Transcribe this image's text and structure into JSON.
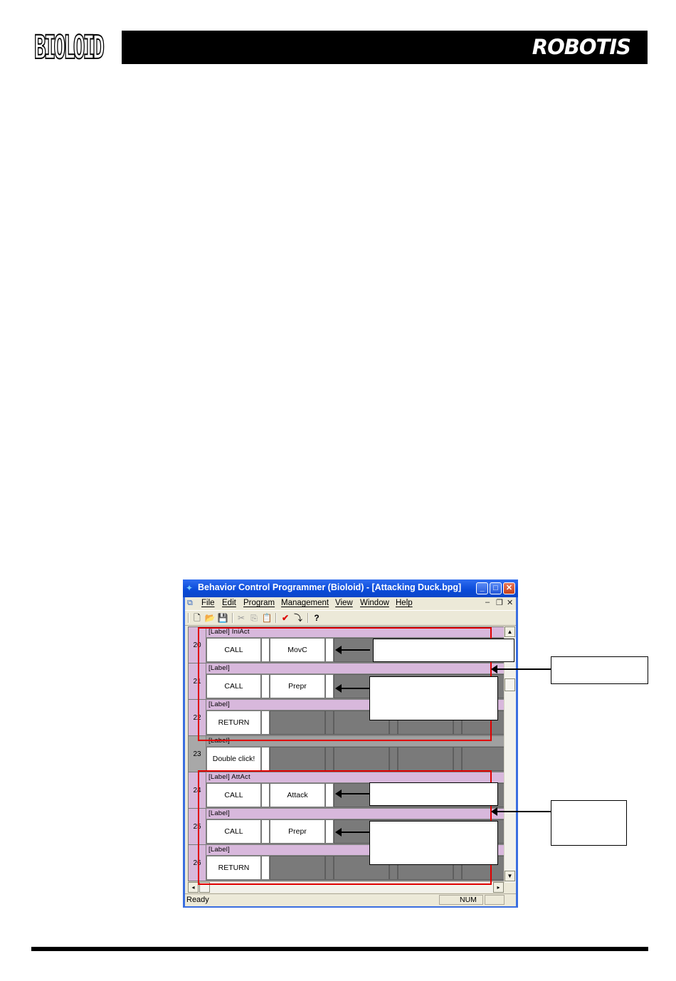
{
  "header": {
    "left_logo": "BIOLOID",
    "right_logo": "ROBOTIS"
  },
  "window": {
    "title": "Behavior Control Programmer (Bioloid) - [Attacking Duck.bpg]",
    "buttons": {
      "minimize": "_",
      "maximize": "□",
      "close": "✕"
    }
  },
  "menu": {
    "items": [
      {
        "label": "File"
      },
      {
        "label": "Edit"
      },
      {
        "label": "Program"
      },
      {
        "label": "Management"
      },
      {
        "label": "View"
      },
      {
        "label": "Window"
      },
      {
        "label": "Help"
      }
    ],
    "mdi": {
      "minimize": "–",
      "restore": "❐",
      "close": "✕"
    }
  },
  "toolbar": {
    "icons": [
      "new-icon",
      "open-icon",
      "save-icon",
      "cut-icon",
      "copy-icon",
      "paste-icon",
      "check-icon",
      "download-icon",
      "help-icon"
    ],
    "glyphs": {
      "new": "🗋",
      "open": "📂",
      "save": "💾",
      "cut": "✂",
      "copy": "⎘",
      "paste": "📋",
      "check": "✔",
      "download": "⤵",
      "help": "?"
    }
  },
  "grid": {
    "rows": [
      {
        "num": "20",
        "label": "[Label]  IniAct",
        "cmd": "CALL",
        "arg": "MovC",
        "tinted": true
      },
      {
        "num": "21",
        "label": "[Label]",
        "cmd": "CALL",
        "arg": "Prepr",
        "tinted": true
      },
      {
        "num": "22",
        "label": "[Label]",
        "cmd": "RETURN",
        "arg": "",
        "tinted": true
      },
      {
        "num": "23",
        "label": "[Label]",
        "cmd": "Double click!",
        "arg": "",
        "tinted": false
      },
      {
        "num": "24",
        "label": "[Label]  AttAct",
        "cmd": "CALL",
        "arg": "Attack",
        "tinted": true
      },
      {
        "num": "25",
        "label": "[Label]",
        "cmd": "CALL",
        "arg": "Prepr",
        "tinted": true
      },
      {
        "num": "26",
        "label": "[Label]",
        "cmd": "RETURN",
        "arg": "",
        "tinted": true
      }
    ]
  },
  "scroll": {
    "up": "▲",
    "down": "▼",
    "left": "◂",
    "right": "▸"
  },
  "status": {
    "text": "Ready",
    "num": "NUM"
  }
}
